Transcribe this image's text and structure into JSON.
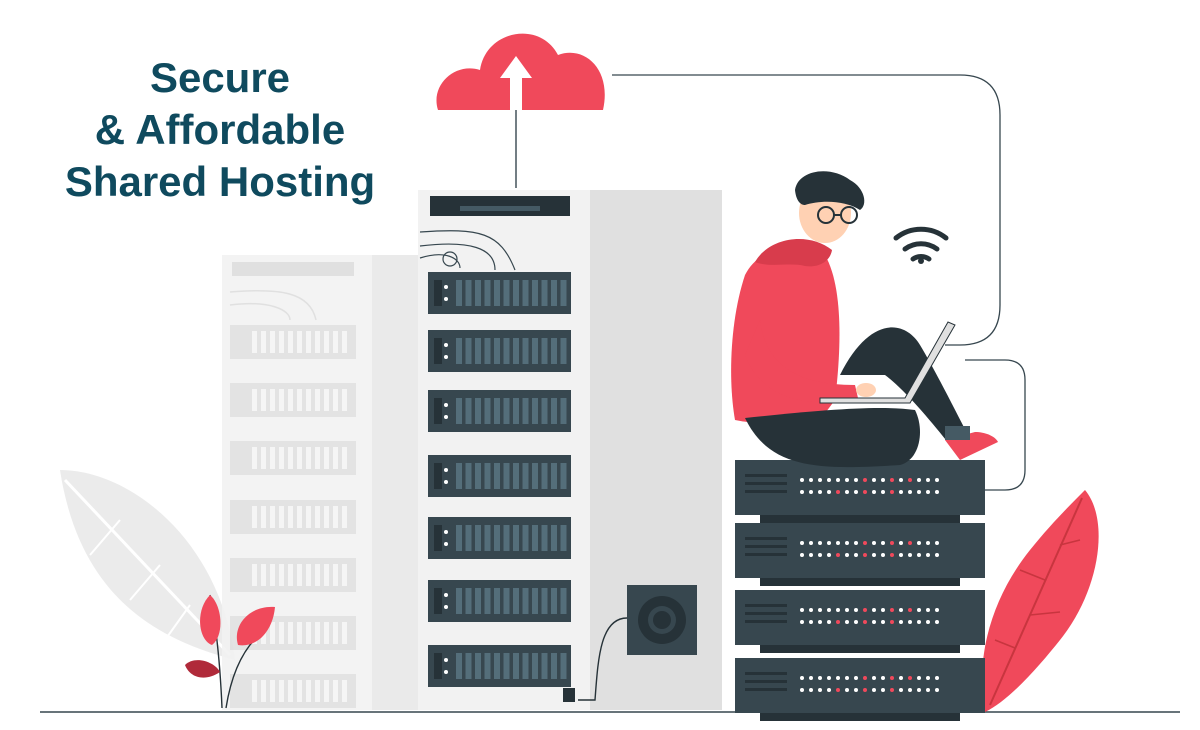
{
  "hero": {
    "headline_line1": "Secure",
    "headline_line2": "& Affordable",
    "headline_line3": "Shared Hosting"
  },
  "palette": {
    "heading": "#0f4a5e",
    "accent": "#f0495b",
    "dark_slate": "#263238",
    "rack_slate": "#37474f",
    "light_gray": "#e0e0e0"
  },
  "icons": [
    "cloud-upload-icon",
    "wifi-icon",
    "server-rack",
    "speaker-icon",
    "person-with-laptop",
    "leaf-decoration"
  ]
}
